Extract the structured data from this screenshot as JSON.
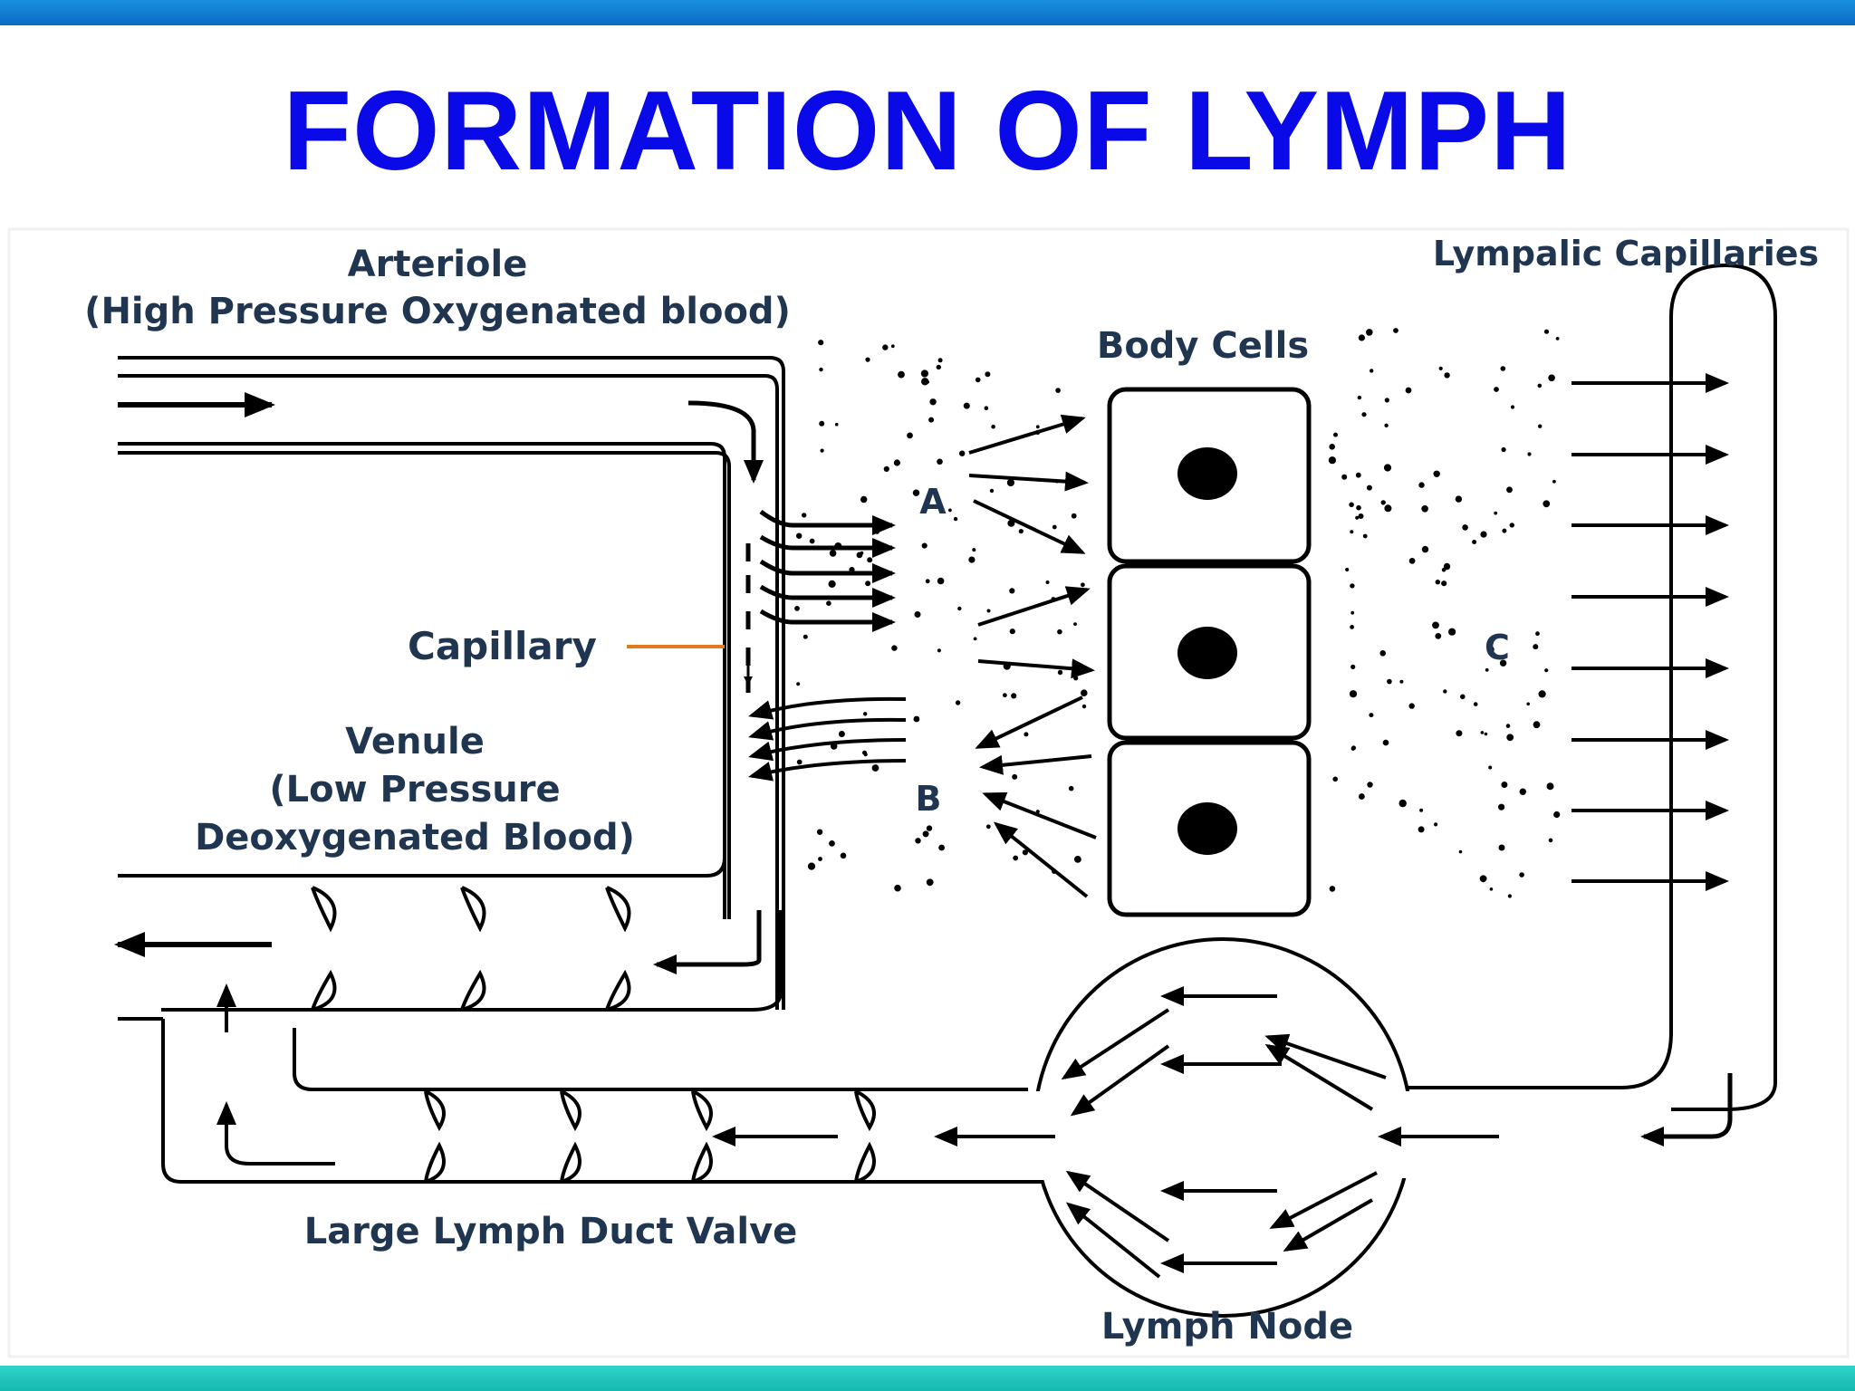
{
  "slide": {
    "title": "FORMATION OF LYMPH",
    "title_color": "#0a0ae8",
    "top_bar_color": "#0b6cc4",
    "bottom_bar_color": "#16b8b0"
  },
  "diagram": {
    "labels": {
      "arteriole": "Arteriole",
      "arteriole_desc": "(High Pressure Oxygenated blood)",
      "capillary": "Capillary",
      "venule": "Venule",
      "venule_desc_1": "(Low Pressure",
      "venule_desc_2": "Deoxygenated Blood)",
      "body_cells": "Body Cells",
      "lymphatic_capillaries": "Lympalic Capillaries",
      "point_a": "A",
      "point_b": "B",
      "point_c": "C",
      "lymph_duct_valve": "Large Lymph Duct Valve",
      "lymph_node": "Lymph Node"
    },
    "capillary_pointer_color": "#e07b20"
  }
}
